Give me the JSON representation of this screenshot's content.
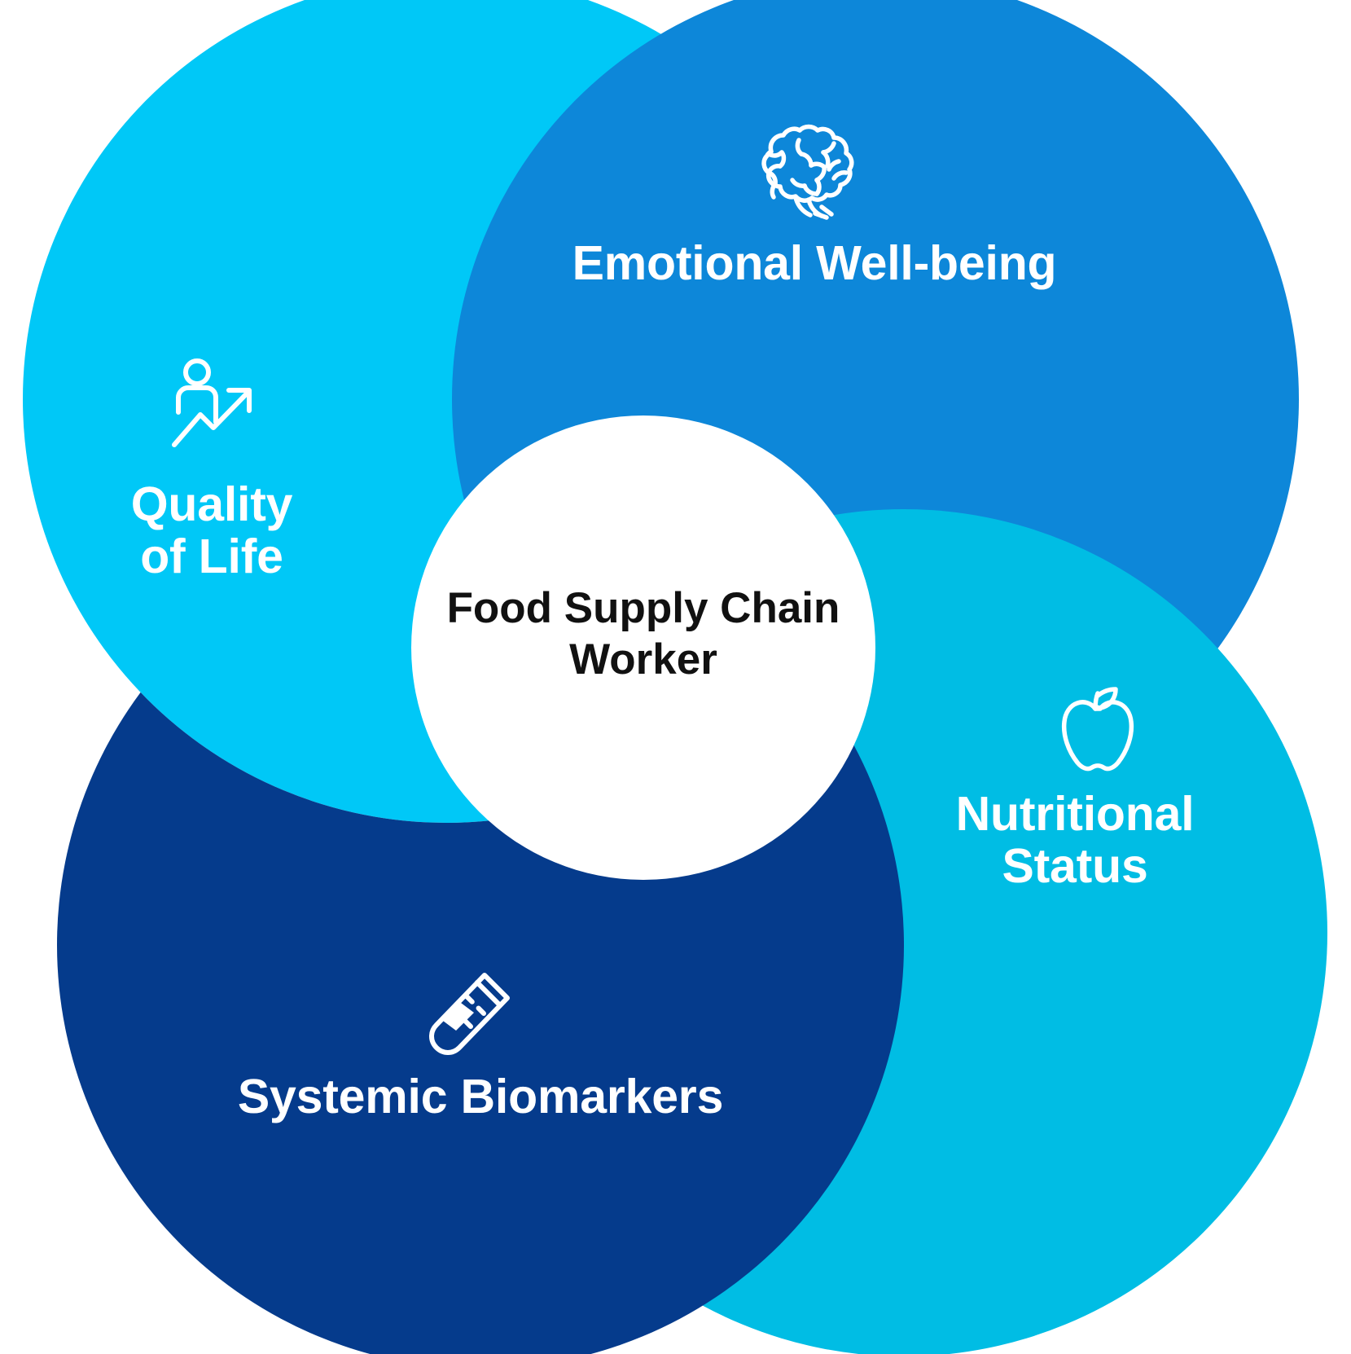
{
  "diagram": {
    "type": "pinwheel-venn",
    "center": {
      "label": "Food Supply Chain\nWorker",
      "text_color": "#111111",
      "fill": "#ffffff"
    },
    "segments": [
      {
        "id": "quality-of-life",
        "label": "Quality\nof Life",
        "icon": "person-growth-icon",
        "color": "#00c8f7",
        "text_color": "#ffffff"
      },
      {
        "id": "emotional-wellbeing",
        "label": "Emotional Well-being",
        "icon": "brain-icon",
        "color": "#0d87d9",
        "text_color": "#ffffff"
      },
      {
        "id": "nutritional-status",
        "label": "Nutritional\nStatus",
        "icon": "apple-icon",
        "color": "#00bde4",
        "text_color": "#ffffff"
      },
      {
        "id": "systemic-biomarkers",
        "label": "Systemic Biomarkers",
        "icon": "test-tube-icon",
        "color": "#053b8c",
        "text_color": "#ffffff"
      }
    ],
    "background": "#ffffff"
  }
}
